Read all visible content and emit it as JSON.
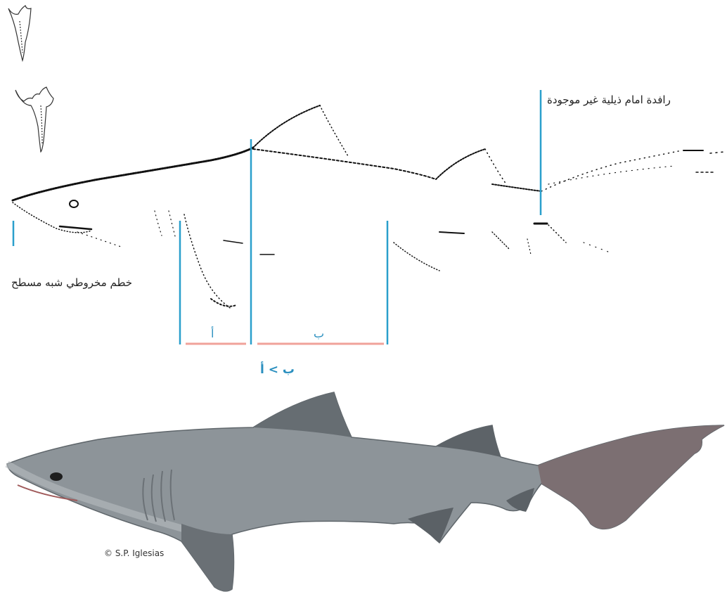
{
  "annotations": {
    "precaudal_fin": "رافدة امام ذيلية غير موجودة",
    "snout": "خطم مخروطي شبه مسطح",
    "segment_a": "أ",
    "segment_b": "ب",
    "comparison": "ب > أ"
  },
  "photo": {
    "credit": "© S.P. Iglesias"
  },
  "colors": {
    "marker_line": "#2a9fcc",
    "segment_bar": "#f0a29a",
    "label_text": "#2a8fbf",
    "shark_body": "#8d9499",
    "shark_dark": "#555b60"
  },
  "icons": [
    "upper-tooth-icon",
    "lower-tooth-icon"
  ]
}
